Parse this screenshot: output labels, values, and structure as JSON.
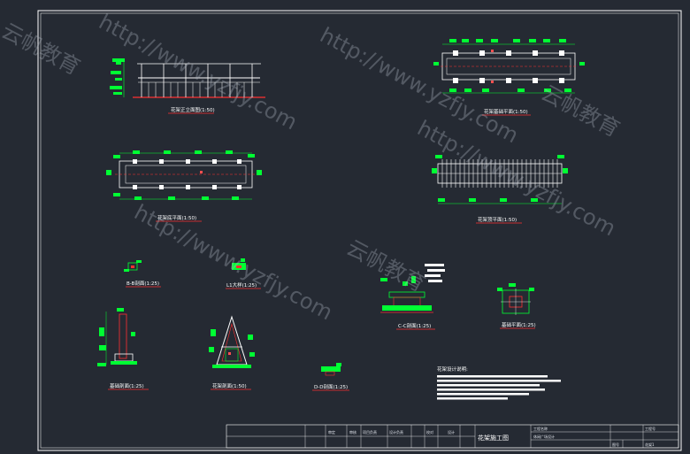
{
  "drawing_title": "花架施工图",
  "views": [
    {
      "key": "front",
      "label": "花架正立面图(1:50)"
    },
    {
      "key": "foundation",
      "label": "花架基础平面(1:50)"
    },
    {
      "key": "floor",
      "label": "花架底平面(1:50)"
    },
    {
      "key": "top",
      "label": "花架顶平面(1:50)"
    },
    {
      "key": "bb",
      "label": "B-B剖面(1:25)"
    },
    {
      "key": "l1",
      "label": "L1大样(1:25)"
    },
    {
      "key": "cc",
      "label": "C-C剖面(1:25)"
    },
    {
      "key": "base",
      "label": "基础平面(1:25)"
    },
    {
      "key": "basesec",
      "label": "基础剖面(1:25)"
    },
    {
      "key": "frame",
      "label": "花架剖面(1:50)"
    },
    {
      "key": "dd",
      "label": "D-D剖面(1:25)"
    }
  ],
  "notes_title": "花架设计说明:",
  "title_block": {
    "drawing_name": "花架施工图",
    "cells": [
      "审定",
      "审核",
      "项目负责",
      "设计负责",
      "校对",
      "设计",
      "工程名称",
      "工程号",
      "图号",
      "花架1"
    ],
    "project": "休闲广场设计"
  },
  "watermarks": [
    "http://www.yzfjy.com",
    "云帆教育"
  ]
}
